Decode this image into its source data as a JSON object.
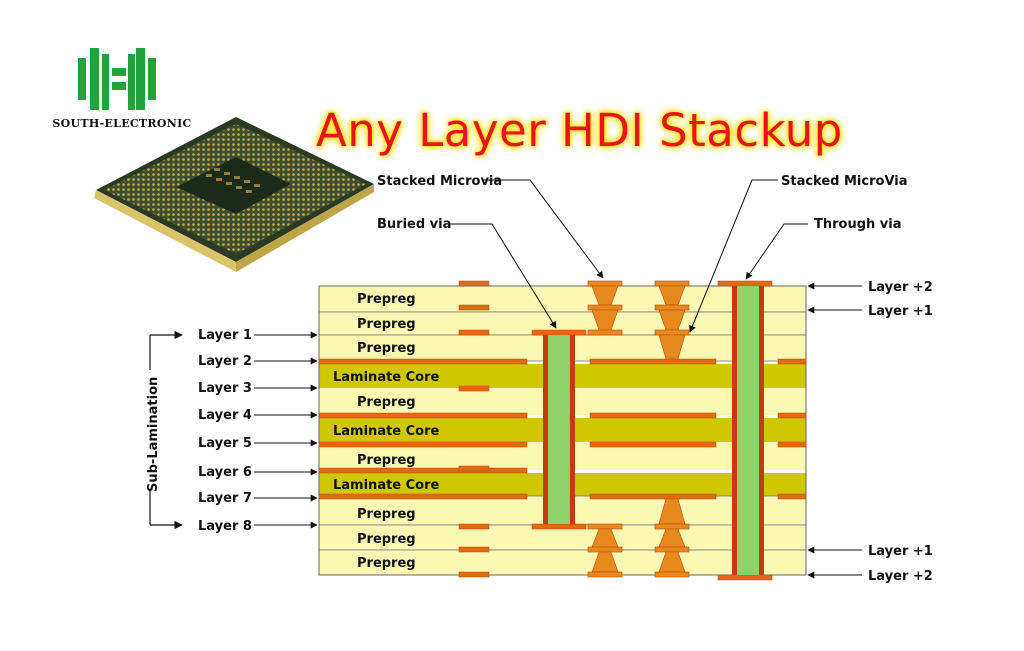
{
  "brand": {
    "name": "SOUTH-ELECTRONIC",
    "logo_color": "#22a23a"
  },
  "title": "Any Layer HDI Stackup",
  "callouts": {
    "stacked_microvia": "Stacked Microvia",
    "stacked_microvia_2": "Stacked MicroVia",
    "buried_via": "Buried via",
    "through_via": "Through via"
  },
  "layer_labels_left": [
    "Layer 1",
    "Layer 2",
    "Layer 3",
    "Layer 4",
    "Layer 5",
    "Layer 6",
    "Layer 7",
    "Layer 8"
  ],
  "layer_labels_right": [
    "Layer +2",
    "Layer +1",
    "Layer +1",
    "Layer +2"
  ],
  "sub_lamination": "Sub-Lamination",
  "stack_rows": [
    "Prepreg",
    "Prepreg",
    "Prepreg",
    "Laminate Core",
    "Prepreg",
    "Laminate Core",
    "Prepreg",
    "Laminate Core",
    "Prepreg",
    "Prepreg",
    "Prepreg"
  ],
  "colors": {
    "prepreg": "#fbf8b4",
    "core": "#cfc800",
    "copper": "#e06b12",
    "copper_edge": "#b8470a",
    "via_fill": "#8ed06a",
    "via_wall": "#c43a12",
    "title": "#e8131b",
    "title_glow": "#ffe600"
  }
}
